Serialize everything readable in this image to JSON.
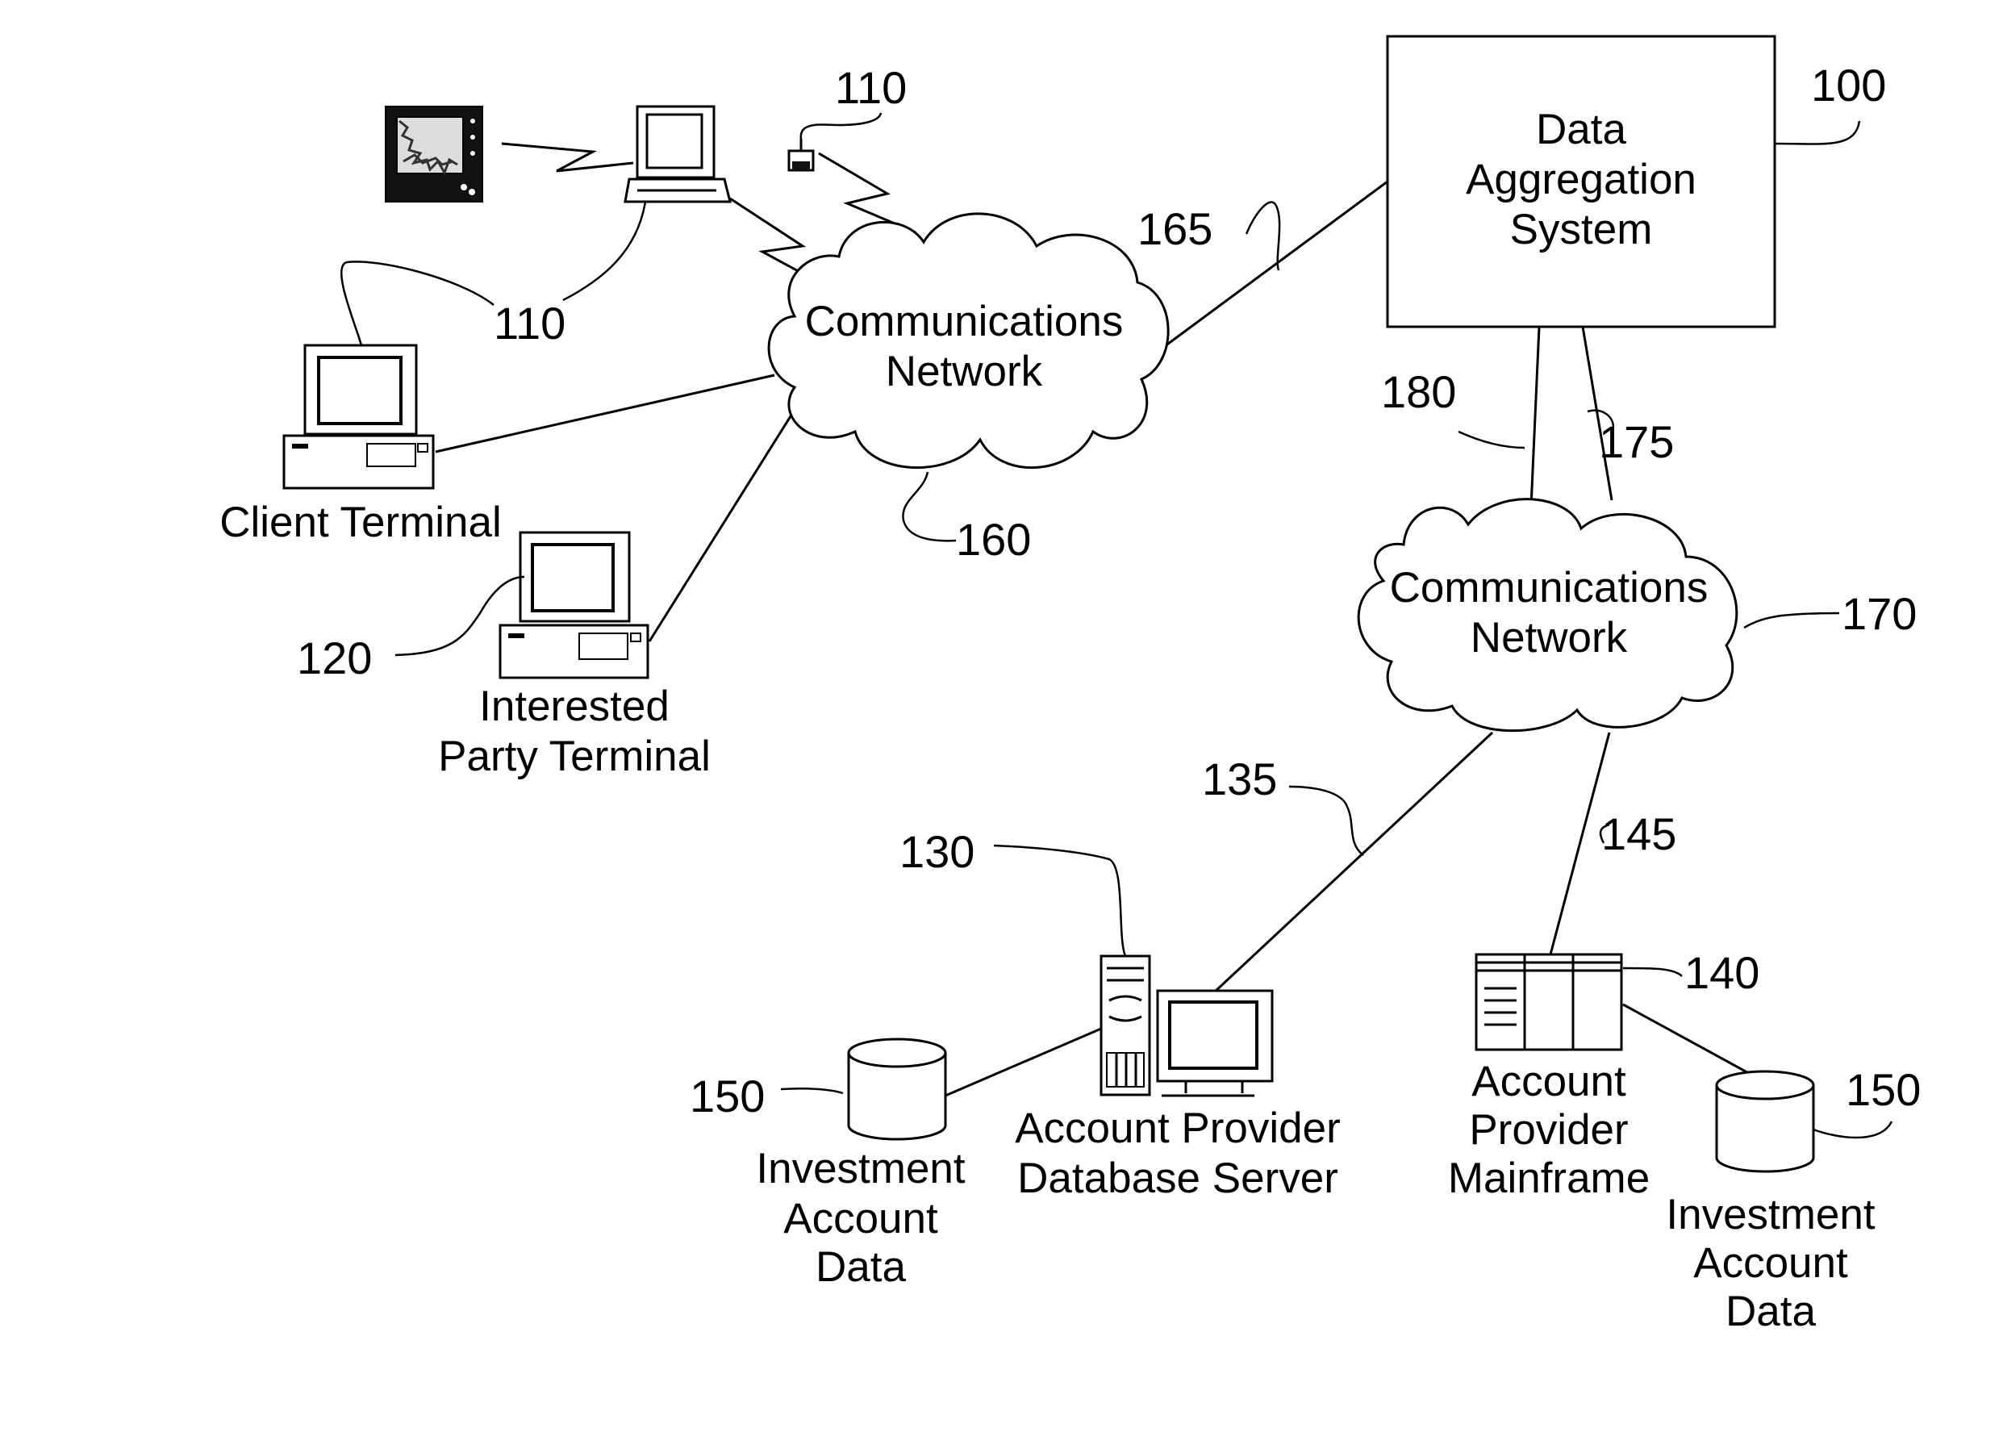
{
  "nodes": {
    "data_aggregation_system": {
      "lines": [
        "Data",
        "Aggregation",
        "System"
      ],
      "ref": "100"
    },
    "network_upper": {
      "lines": [
        "Communications",
        "Network"
      ],
      "ref": "160"
    },
    "network_lower": {
      "lines": [
        "Communications",
        "Network"
      ],
      "ref": "170"
    },
    "client_terminal": {
      "label": "Client Terminal",
      "ref": "110"
    },
    "mobile_ref": "110",
    "interested_party_terminal": {
      "lines": [
        "Interested",
        "Party Terminal"
      ],
      "ref": "120"
    },
    "db_server": {
      "lines": [
        "Account Provider",
        "Database Server"
      ],
      "ref": "130"
    },
    "mainframe": {
      "lines": [
        "Account",
        "Provider",
        "Mainframe"
      ],
      "ref": "140"
    },
    "data_left": {
      "lines": [
        "Investment",
        "Account",
        "Data"
      ],
      "ref": "150"
    },
    "data_right": {
      "lines": [
        "Investment",
        "Account",
        "Data"
      ],
      "ref": "150"
    }
  },
  "links": {
    "link_165": "165",
    "link_180": "180",
    "link_175": "175",
    "link_135": "135",
    "link_145": "145"
  }
}
